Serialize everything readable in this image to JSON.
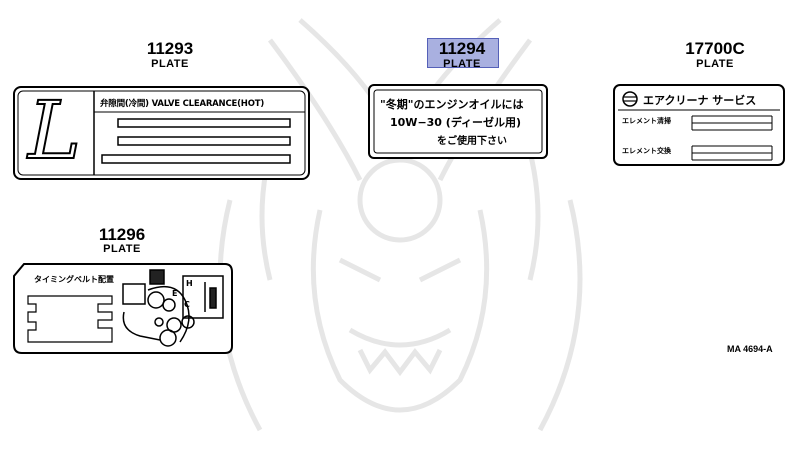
{
  "parts": [
    {
      "number": "11293",
      "sub": "PLATE",
      "highlighted": false
    },
    {
      "number": "11294",
      "sub": "PLATE",
      "highlighted": true
    },
    {
      "number": "17700C",
      "sub": "PLATE",
      "highlighted": false
    },
    {
      "number": "11296",
      "sub": "PLATE",
      "highlighted": false
    }
  ],
  "plate_11293": {
    "big_letter": "L",
    "header": "弁隙間(冷間) VALVE CLEARANCE(HOT)"
  },
  "plate_11294": {
    "line1": "\"冬期\"のエンジンオイルには",
    "line2": "10W−30 (ディーゼル用)",
    "line3": "をご使用下さい"
  },
  "plate_17700c": {
    "header": "エアクリーナ サービス",
    "row1_label": "エレメント清掃",
    "row2_label": "エレメント交換"
  },
  "plate_11296": {
    "header": "タイミングベルト配置",
    "letter_h": "H",
    "letter_e": "E",
    "letter_c": "C"
  },
  "ref_code": "MA 4694-A",
  "colors": {
    "highlight": "#a9b0e0",
    "watermark": "#e8e8e8"
  }
}
